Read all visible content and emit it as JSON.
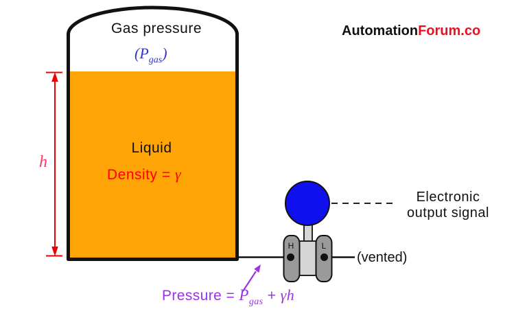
{
  "brand": {
    "black_part": "Automation",
    "red_part": "Forum.co"
  },
  "tank": {
    "gas_label": "Gas pressure",
    "pgas_open": "(P",
    "pgas_sub": "gas",
    "pgas_close": ")",
    "liquid_label": "Liquid",
    "density_prefix": "Density = ",
    "density_gamma": "γ",
    "height_label": "h"
  },
  "transmitter": {
    "high_port_label": "H",
    "low_port_label": "L"
  },
  "labels": {
    "output_signal_line1": "Electronic",
    "output_signal_line2": "output signal",
    "vented": "(vented)"
  },
  "formula": {
    "prefix": "Pressure = ",
    "p": "P",
    "p_sub": "gas",
    "plus": " + ",
    "gamma_h": "γh"
  },
  "colors": {
    "liquid_orange": "#FFA507",
    "pgas_blue": "#3333CC",
    "density_red": "#FF0000",
    "dimension_red": "#EE0000",
    "height_label_pink": "#FF3366",
    "transmitter_bulb_blue": "#1010EE",
    "formula_purple": "#9933E6",
    "brand_red": "#E81123",
    "flange_gray": "#9A9A9A",
    "body_gray": "#D6D6D6",
    "outline_black": "#111111"
  }
}
